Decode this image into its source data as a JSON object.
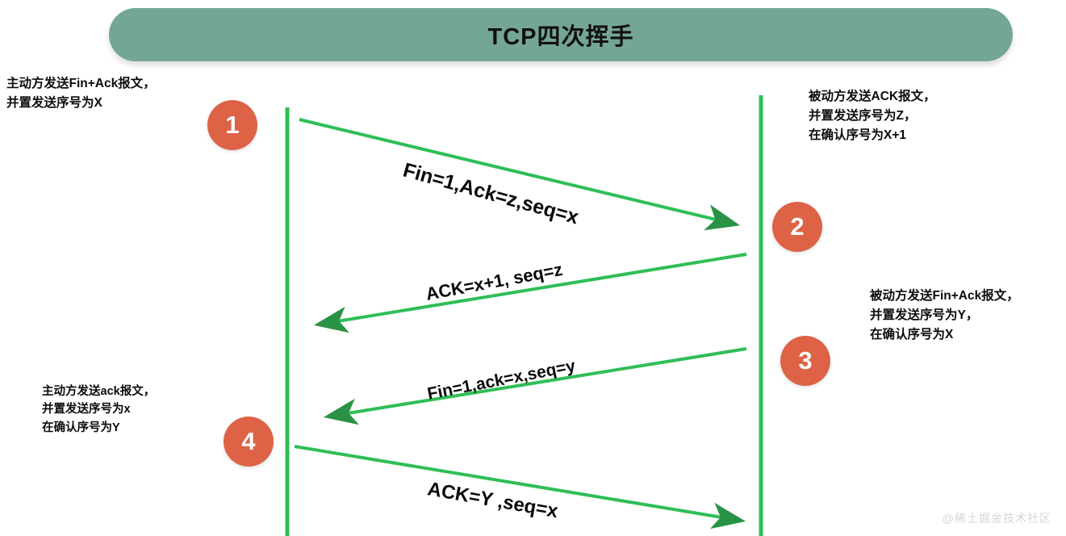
{
  "title": {
    "text": "TCP四次挥手",
    "banner_color": "#74a695"
  },
  "colors": {
    "circle": "#dd6246",
    "line": "#2fbe57",
    "arrowhead": "#2a9245",
    "text": "#0c0c0c",
    "watermark": "#d6d6d6"
  },
  "steps": [
    {
      "number": "1"
    },
    {
      "number": "2"
    },
    {
      "number": "3"
    },
    {
      "number": "4"
    }
  ],
  "annotations": {
    "step1": {
      "line1": "主动方发送Fin+Ack报文，",
      "line2": "并置发送序号为X"
    },
    "step2": {
      "line1": "被动方发送ACK报文，",
      "line2": "并置发送序号为Z，",
      "line3": "在确认序号为X+1"
    },
    "step3": {
      "line1": "被动方发送Fin+Ack报文，",
      "line2": "并置发送序号为Y，",
      "line3": "在确认序号为X"
    },
    "step4": {
      "line1": "主动方发送ack报文，",
      "line2": "并置发送序号为x",
      "line3": "在确认序号为Y"
    }
  },
  "messages": [
    {
      "label": "Fin=1,Ack=z,seq=x",
      "direction": "right"
    },
    {
      "label": "ACK=x+1, seq=z",
      "direction": "left"
    },
    {
      "label": "Fin=1,ack=x,seq=y",
      "direction": "left"
    },
    {
      "label": "ACK=Y ,seq=x",
      "direction": "right"
    }
  ],
  "watermark": "@稀土掘金技术社区"
}
